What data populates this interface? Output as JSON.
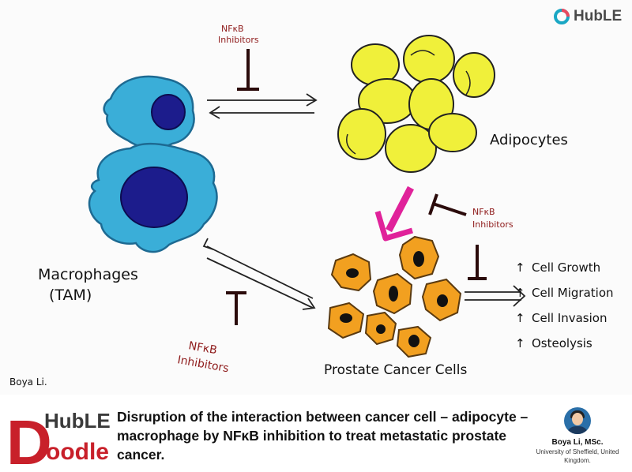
{
  "brand": {
    "logo_text": "HubLE"
  },
  "labels": {
    "adipocytes": "Adipocytes",
    "macrophages_line1": "Macrophages",
    "macrophages_line2": "(TAM)",
    "prostate_cancer_cells": "Prostate Cancer Cells",
    "signature": "Boya Li."
  },
  "inhibitors": {
    "top": [
      "NFκB",
      "Inhibitors"
    ],
    "right": [
      "NFκB",
      "Inhibitors"
    ],
    "bottom": [
      "NFκB",
      "Inhibitors"
    ]
  },
  "outcomes": [
    "Cell Growth",
    "Cell Migration",
    "Cell Invasion",
    "Osteolysis"
  ],
  "footer": {
    "logo_top": "HubLE",
    "logo_letter": "D",
    "logo_bottom": "oodle",
    "caption": "Disruption of the interaction between cancer cell – adipocyte – macrophage by NFκB inhibition to treat metastatic prostate cancer.",
    "author_name": "Boya Li, MSc.",
    "author_affiliation": "University of Sheffield, United Kingdom."
  },
  "colors": {
    "adipocyte_fill": "#f0f03a",
    "macrophage_fill": "#3aaed8",
    "nucleus_fill": "#1c1c8c",
    "cancer_fill": "#f2a020",
    "highlight_arrow": "#e0229a",
    "inhibitor_text": "#8e1a1a",
    "doodle_red": "#c8202a",
    "brand_teal": "#1aa7c4"
  }
}
